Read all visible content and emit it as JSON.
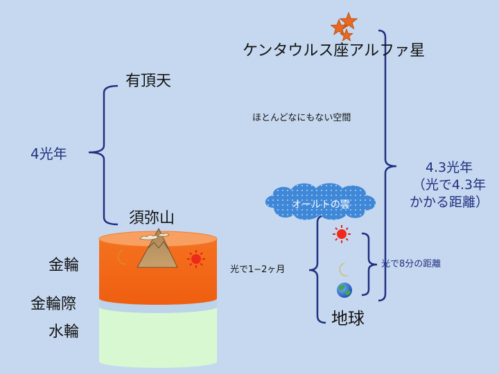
{
  "labels": {
    "star": "ケンタウルス座アルファ星",
    "empty_space": "ほとんどなにもない空間",
    "distance_star": [
      "4.3光年",
      "（光で4.3年",
      "かかる距離）"
    ],
    "oort_cloud": "オールトの雲",
    "earth": "地球",
    "sun_distance": "光で8分の距離",
    "cloud_distance": "光で1−2ヶ月",
    "usucho": "有頂天",
    "four_ly": "4光年",
    "sumeru": "須弥山",
    "kinrin": "金輪",
    "kinrinsai": "金輪際",
    "suirin": "水輪"
  },
  "icons": [
    "star-icon",
    "sun-icon",
    "moon-icon",
    "earth-icon",
    "mountain-icon",
    "cloud-icon"
  ],
  "colors": {
    "background": "#c6d8ef",
    "bracket": "#1f2f80",
    "kinrin_layer": "#f26a1a",
    "suirin_layer": "#d8f8d2",
    "cloud": "#3f88d8",
    "star": "#e8691f"
  }
}
